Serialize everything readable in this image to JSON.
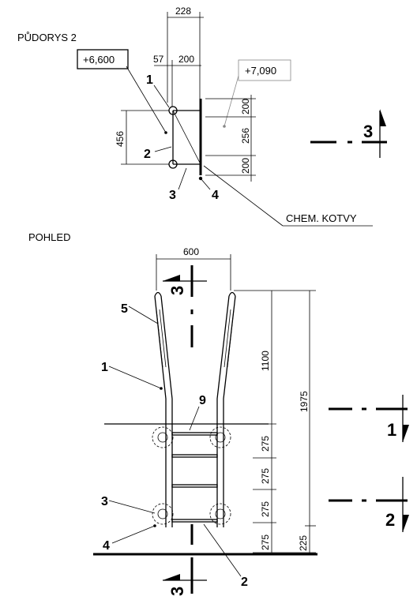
{
  "titles": {
    "plan": "PŮDORYS 2",
    "view": "POHLED"
  },
  "plan": {
    "dims": {
      "d228": "228",
      "d57": "57",
      "d200": "200",
      "d456": "456",
      "r200a": "200",
      "r256": "256",
      "r200b": "200"
    },
    "levels": {
      "left": "+6,600",
      "right": "+7,090"
    },
    "callouts": {
      "c1": "1",
      "c2": "2",
      "c3": "3",
      "c4": "4"
    },
    "anchor_note": "CHEM. KOTVY",
    "section_mark": "3"
  },
  "view": {
    "dims": {
      "width": "600",
      "top": "1100",
      "total": "1975",
      "s1": "275",
      "s2": "275",
      "s3": "275",
      "s4": "275",
      "base": "225"
    },
    "callouts": {
      "c5": "5",
      "c1": "1",
      "c9": "9",
      "c3": "3",
      "c4": "4",
      "c2": "2"
    },
    "section_marks": {
      "top": "3",
      "bottom": "3",
      "right1": "1",
      "right2": "2"
    }
  }
}
